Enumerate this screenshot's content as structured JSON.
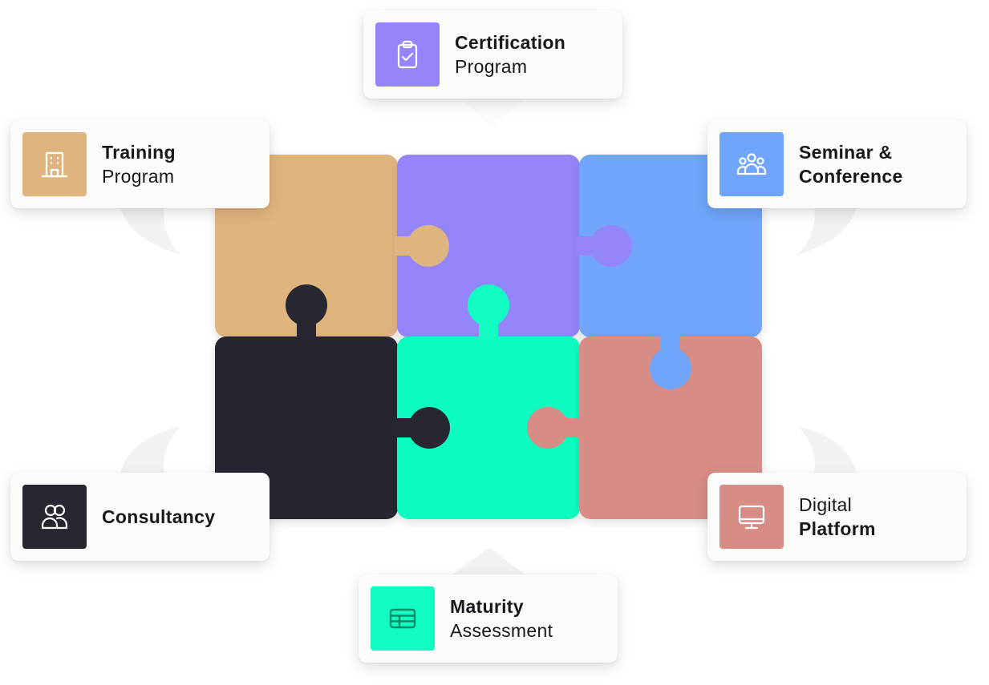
{
  "diagram": {
    "pieces": [
      {
        "id": "training",
        "color": "#e0b47f"
      },
      {
        "id": "certification",
        "color": "#9485fd"
      },
      {
        "id": "seminar",
        "color": "#6fa5fb"
      },
      {
        "id": "consultancy",
        "color": "#272731"
      },
      {
        "id": "maturity",
        "color": "#11fdc1"
      },
      {
        "id": "digital",
        "color": "#d88c86"
      }
    ],
    "callouts": {
      "training": {
        "line1": "Training",
        "line2": "Program",
        "icon": "building-icon",
        "color": "#e0b47f"
      },
      "certification": {
        "line1": "Certification",
        "line2": "Program",
        "icon": "clipboard-check-icon",
        "color": "#9485fd"
      },
      "seminar": {
        "line1": "Seminar &",
        "line2": "Conference",
        "icon": "users-group-icon",
        "color": "#6fa5fb"
      },
      "consultancy": {
        "line1": "Consultancy",
        "line2": "",
        "icon": "two-users-icon",
        "color": "#272731"
      },
      "maturity": {
        "line1": "Maturity",
        "line2": "Assessment",
        "icon": "table-icon",
        "color": "#11fdc1"
      },
      "digital": {
        "line1": "Digital",
        "line2": "Platform",
        "icon": "monitor-icon",
        "color": "#d88c86"
      }
    }
  }
}
